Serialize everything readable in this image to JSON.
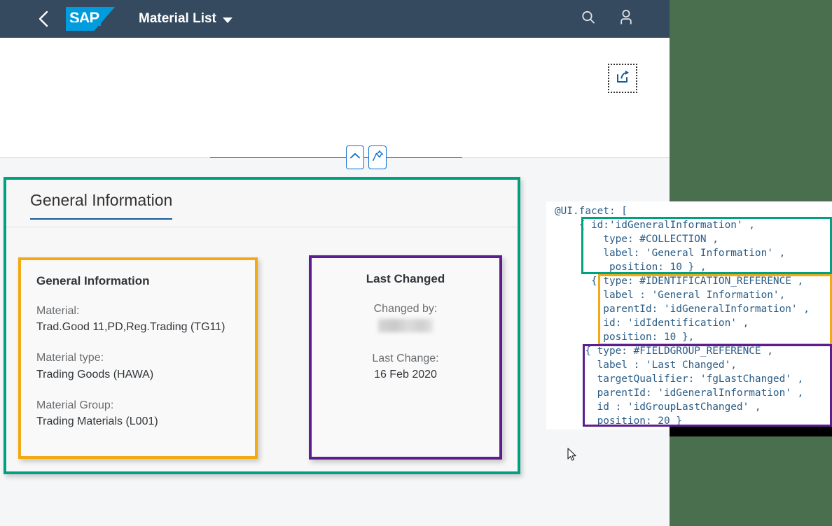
{
  "shell": {
    "back_icon": "chevron-left-icon",
    "logo_text": "SAP",
    "title": "Material List",
    "dropdown_icon": "caret-down-icon",
    "search_icon": "search-icon",
    "user_icon": "user-icon"
  },
  "object_header": {
    "share_icon": "share-icon",
    "collapse_icon": "chevron-up-icon",
    "pin_icon": "pin-icon"
  },
  "section": {
    "tab_label": "General Information",
    "annotation_color": "#00a181"
  },
  "cards": [
    {
      "title": "General Information",
      "annotation_color": "#f2a913",
      "fields": [
        {
          "label": "Material:",
          "value": "Trad.Good 11,PD,Reg.Trading (TG11)"
        },
        {
          "label": "Material type:",
          "value": "Trading Goods (HAWA)"
        },
        {
          "label": "Material Group:",
          "value": "Trading Materials (L001)"
        }
      ]
    },
    {
      "title": "Last Changed",
      "annotation_color": "#5c1d8f",
      "fields": [
        {
          "label": "Changed by:",
          "value": "",
          "blurred": true
        },
        {
          "label": "Last Change:",
          "value": "16 Feb 2020"
        }
      ]
    }
  ],
  "code": {
    "language": "CDS annotation",
    "text": "@UI.facet: [\n    { id:'idGeneralInformation' ,\n        type: #COLLECTION ,\n        label: 'General Information' ,\n         position: 10 } ,\n      { type: #IDENTIFICATION_REFERENCE ,\n        label : 'General Information',\n        parentId: 'idGeneralInformation' ,\n        id: 'idIdentification' ,\n        position: 10 },\n     { type: #FIELDGROUP_REFERENCE ,\n       label : 'Last Changed',\n       targetQualifier: 'fgLastChanged' ,\n       parentId: 'idGeneralInformation' ,\n       id : 'idGroupLastChanged' ,\n       position: 20 }",
    "highlights": [
      {
        "name": "collection-facet",
        "color": "#00a181"
      },
      {
        "name": "identification-reference-facet",
        "color": "#f2a913"
      },
      {
        "name": "fieldgroup-reference-facet",
        "color": "#5c1d8f"
      }
    ]
  },
  "theme": {
    "shell_bg": "#354a5f",
    "page_bg": "#f5f6f7",
    "backdrop_green": "#4a6f4e",
    "accent_blue": "#0a6ed1",
    "code_text": "#2a5d87"
  }
}
